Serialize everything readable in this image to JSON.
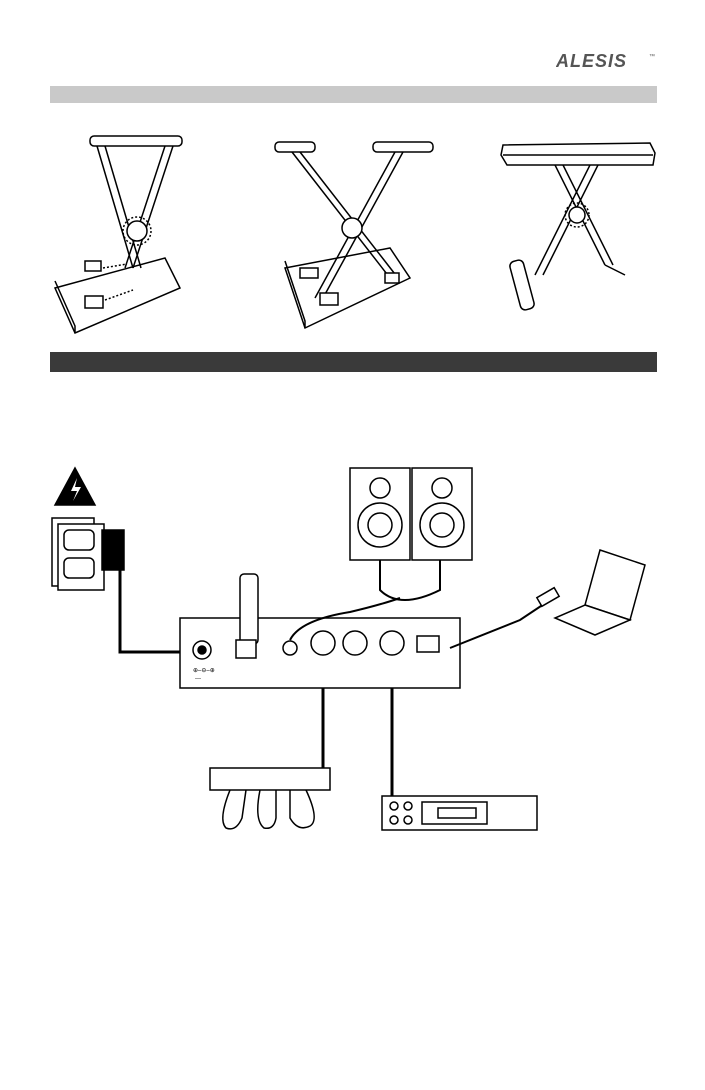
{
  "brand": {
    "logo_text": "ALESIS",
    "trademark": "™"
  },
  "sections": [
    {
      "name": "assembly",
      "bar_color": "#c9c9c9"
    },
    {
      "name": "connection",
      "bar_color": "#3a3a3a"
    }
  ],
  "panel": {
    "power_label": "⊕–⊖–⊕",
    "dc_symbol": "---"
  }
}
